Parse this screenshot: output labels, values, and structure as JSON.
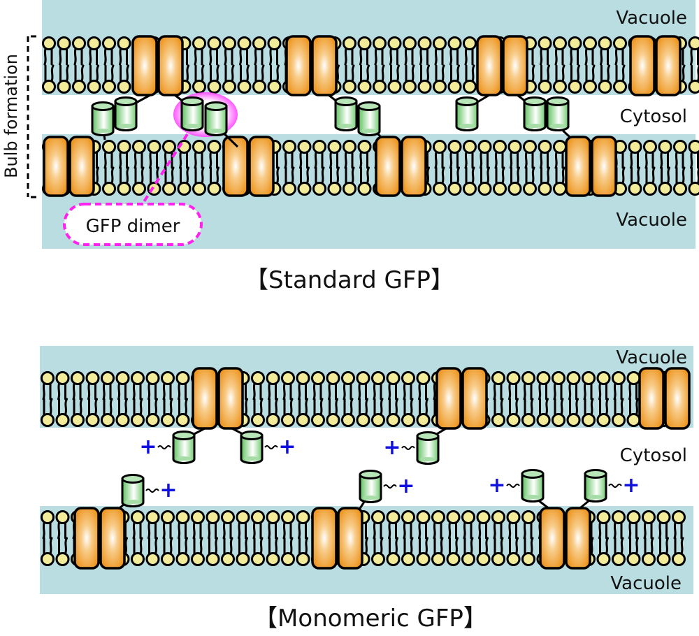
{
  "colors": {
    "vacuole": "#b9dde0",
    "lipid_head": "#f2ec9a",
    "protein_dark": "#ec931b",
    "protein_light": "#ffffff",
    "gfp_dark": "#5fc15f",
    "gfp_light": "#ffffff",
    "charge": "#1010e0",
    "dimer_highlight": "#ff33ff"
  },
  "panels": [
    {
      "id": "standard",
      "title": "【Standard GFP】",
      "labels": {
        "top_vacuole": "Vacuole",
        "cytosol": "Cytosol",
        "bottom_vacuole": "Vacuole"
      },
      "side_label": "Bulb formation",
      "callout": "GFP dimer",
      "gfp_type": "dimer"
    },
    {
      "id": "monomeric",
      "title": "【Monomeric GFP】",
      "labels": {
        "top_vacuole": "Vacuole",
        "cytosol": "Cytosol",
        "bottom_vacuole": "Vacuole"
      },
      "gfp_type": "monomer",
      "charge_symbol": "+"
    }
  ]
}
